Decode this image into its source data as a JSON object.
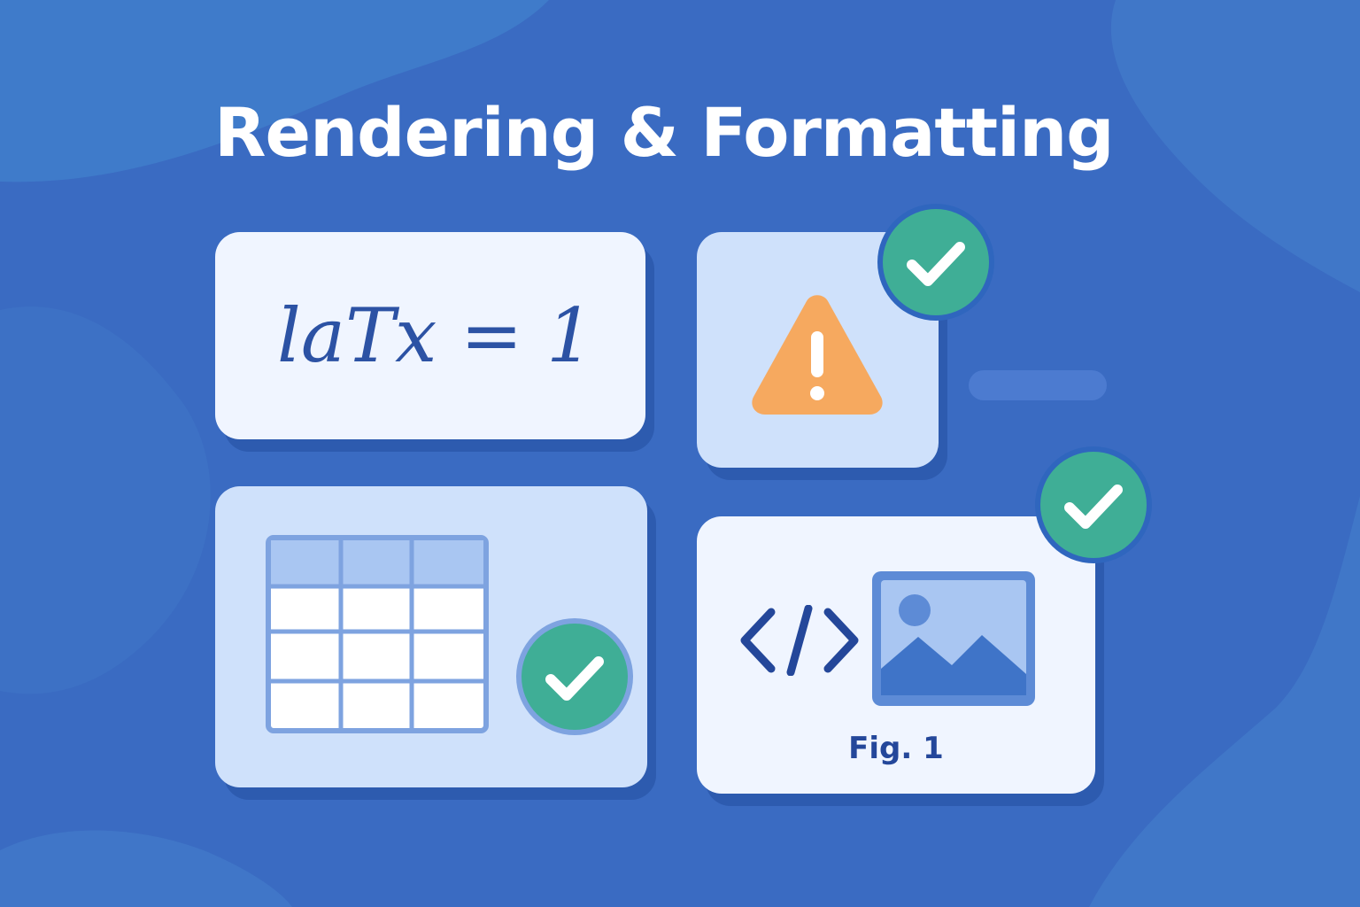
{
  "title": "Rendering & Formatting",
  "latex_card": {
    "equation": "laTx = 1",
    "icon": "latex-equation"
  },
  "warning_card": {
    "icon": "warning-triangle-icon",
    "status_icon": "check-badge-icon"
  },
  "table_card": {
    "icon": "table-grid-icon",
    "status_icon": "check-badge-icon"
  },
  "figure_card": {
    "code_icon": "code-brackets-icon",
    "image_icon": "image-placeholder-icon",
    "caption": "Fig. 1",
    "status_icon": "check-badge-icon"
  },
  "colors": {
    "background": "#3a6bc2",
    "card_white": "#f0f5ff",
    "card_blue": "#cfe1fb",
    "accent_text": "#2c52a4",
    "check_green": "#3fae96",
    "warning_orange": "#f6a95f"
  }
}
